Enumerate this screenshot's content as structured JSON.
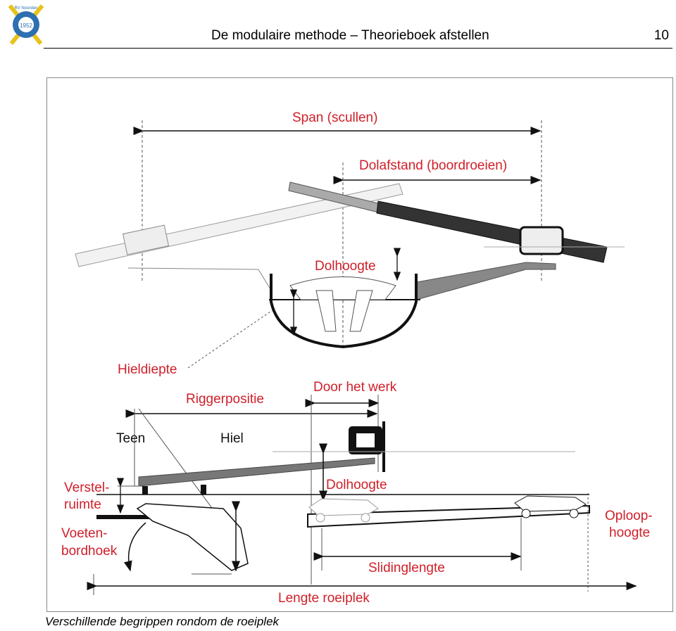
{
  "header": {
    "title": "De modulaire methode – Theorieboek afstellen",
    "page_number": "10",
    "logo_text": "RV Noorden",
    "logo_year": "1952"
  },
  "figure": {
    "labels": {
      "span": "Span (scullen)",
      "dolafstand": "Dolafstand (boordroeien)",
      "dolhoogte_top": "Dolhoogte",
      "hieldiepte": "Hieldiepte",
      "riggerpositie": "Riggerpositie",
      "door_het_werk": "Door het werk",
      "teen": "Teen",
      "hiel": "Hiel",
      "dolhoogte_side": "Dolhoogte",
      "verstel_1": "Verstel-",
      "verstel_2": "ruimte",
      "voeten_1": "Voeten-",
      "voeten_2": "bordhoek",
      "oploop_1": "Oploop-",
      "oploop_2": "hoogte",
      "slidinglengte": "Slidinglengte",
      "lengte_roeiplek": "Lengte roeiplek"
    },
    "colors": {
      "label_red": "#d0202a",
      "line_black": "#111111",
      "rigger_grey": "#777777"
    }
  },
  "caption": "Verschillende begrippen rondom de roeiplek"
}
